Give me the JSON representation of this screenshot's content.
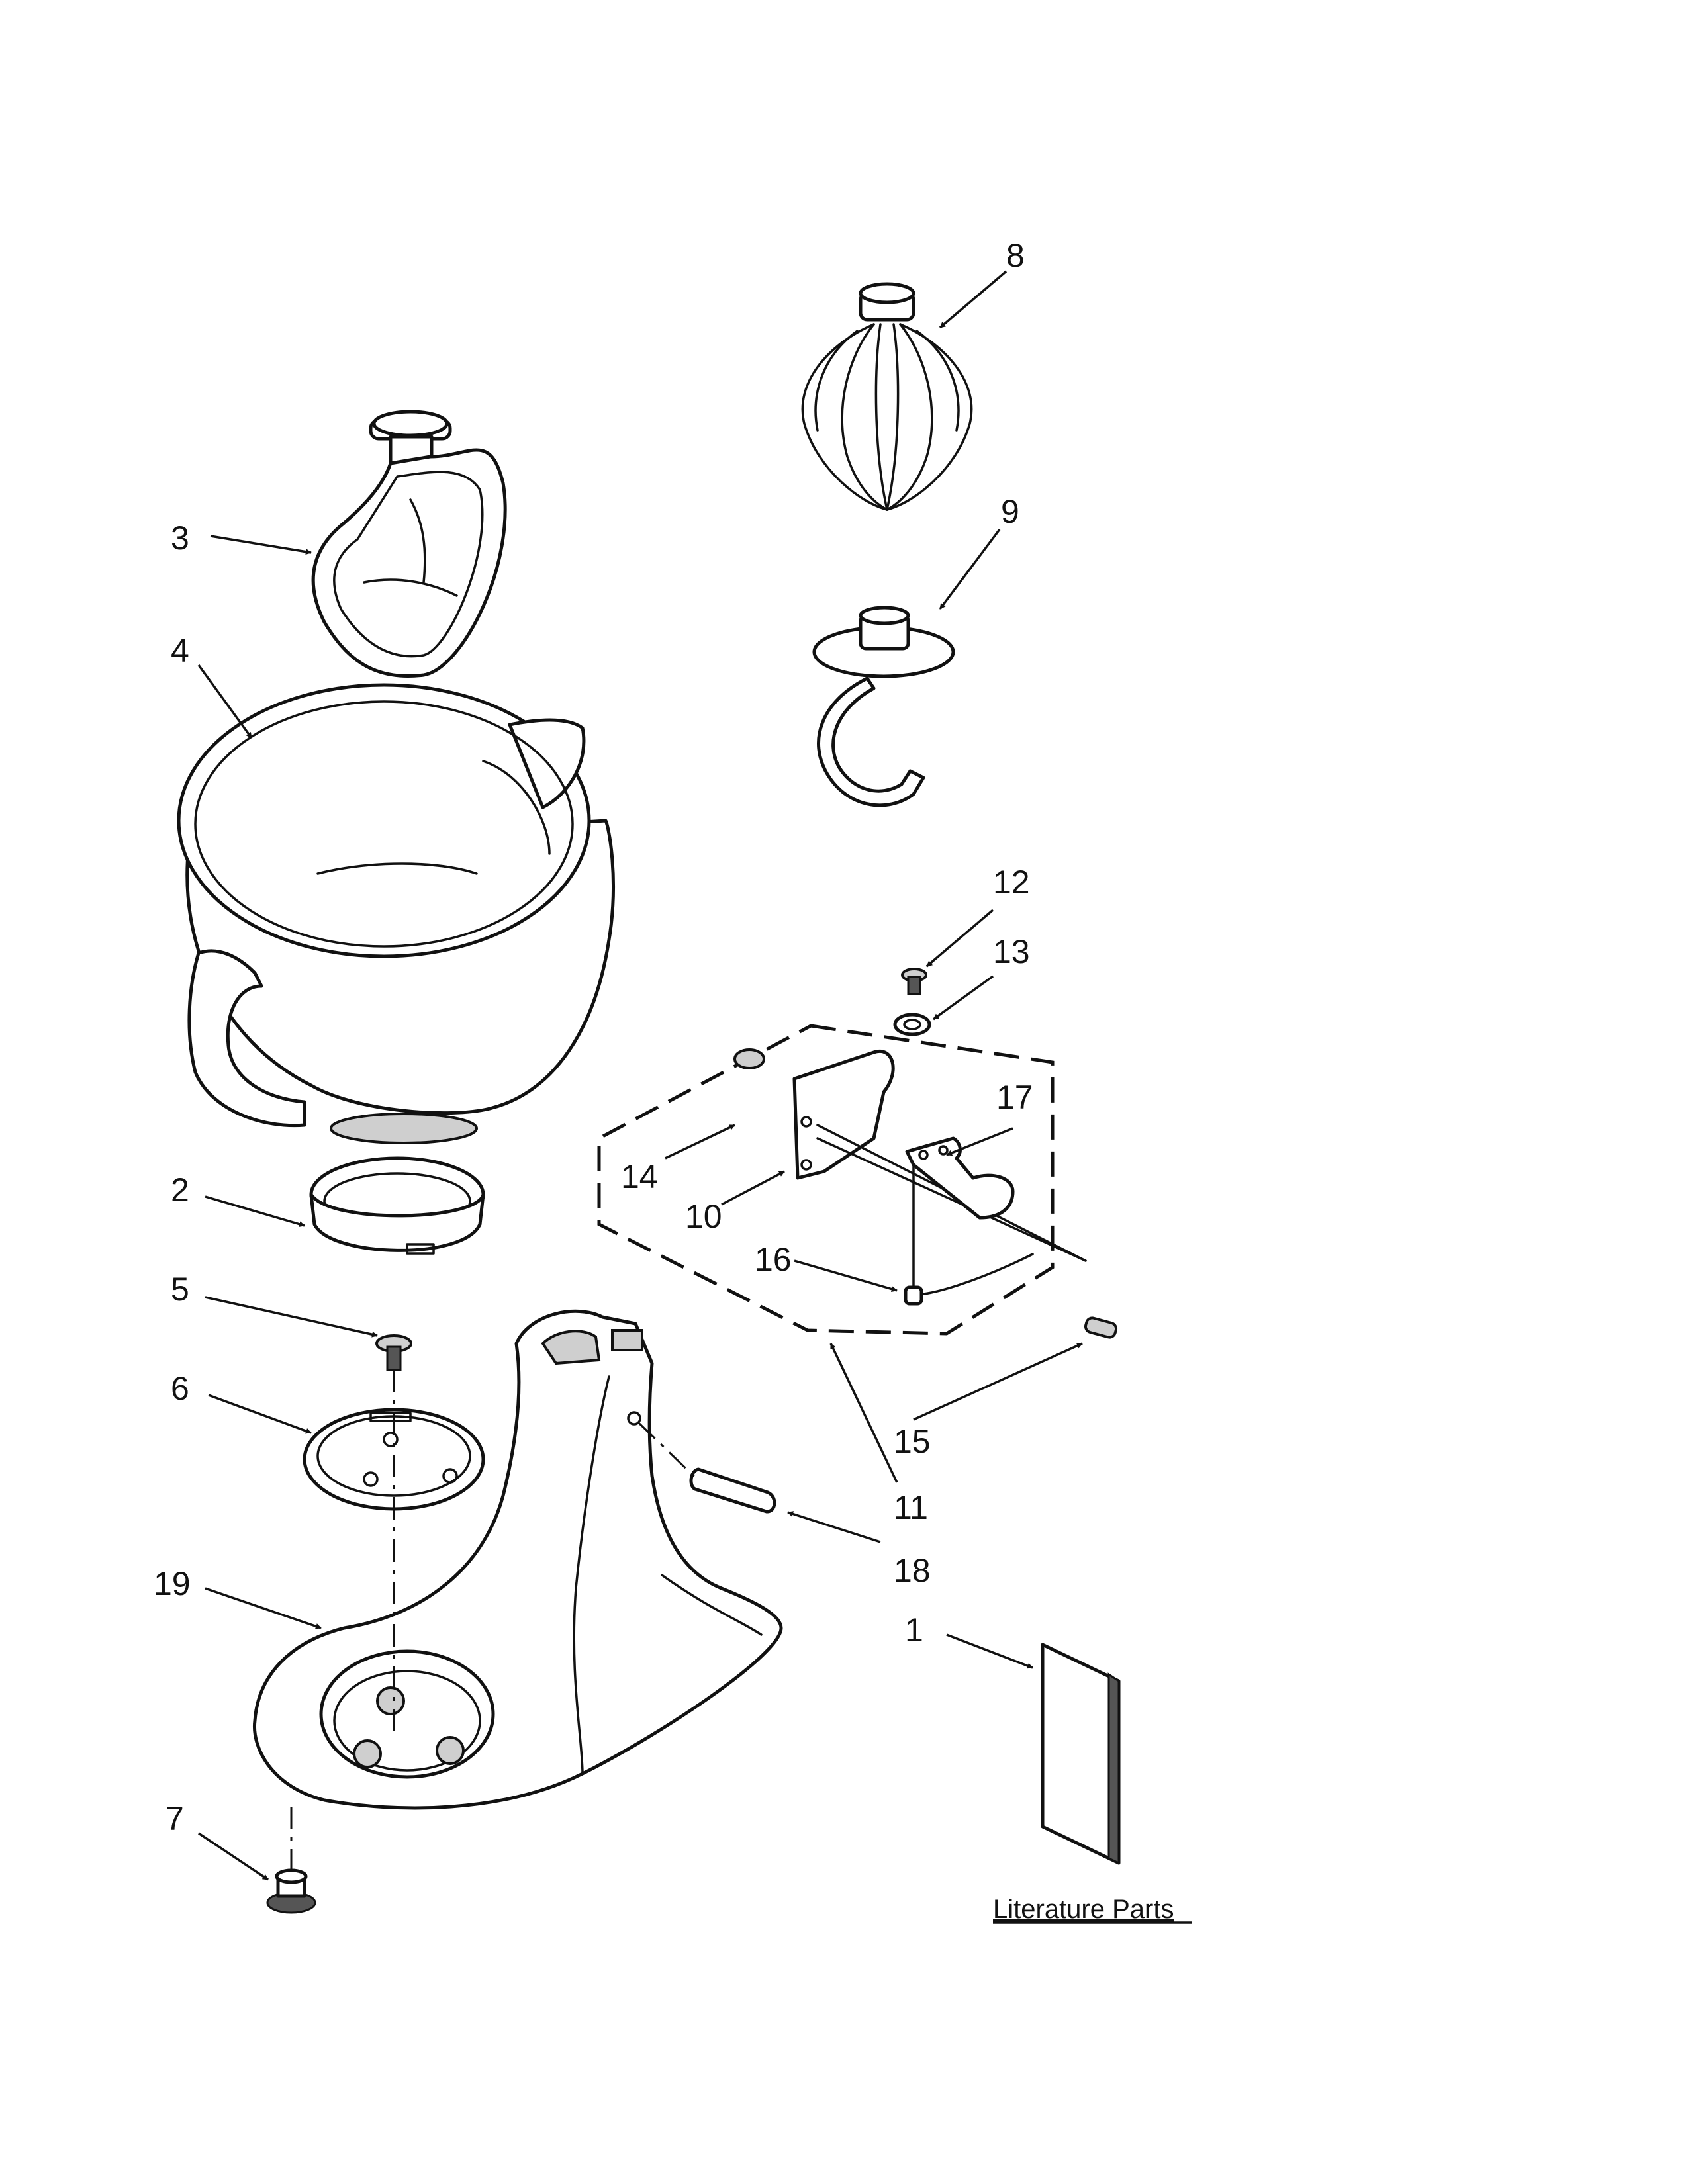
{
  "callouts": {
    "c1": "1",
    "c2": "2",
    "c3": "3",
    "c4": "4",
    "c5": "5",
    "c6": "6",
    "c7": "7",
    "c8": "8",
    "c9": "9",
    "c10": "10",
    "c11": "11",
    "c12": "12",
    "c13": "13",
    "c14": "14",
    "c15": "15",
    "c16": "16",
    "c17": "17",
    "c18": "18",
    "c19": "19"
  },
  "literature_label": "Literature Parts",
  "colors": {
    "line": "#111111",
    "background": "#ffffff"
  }
}
